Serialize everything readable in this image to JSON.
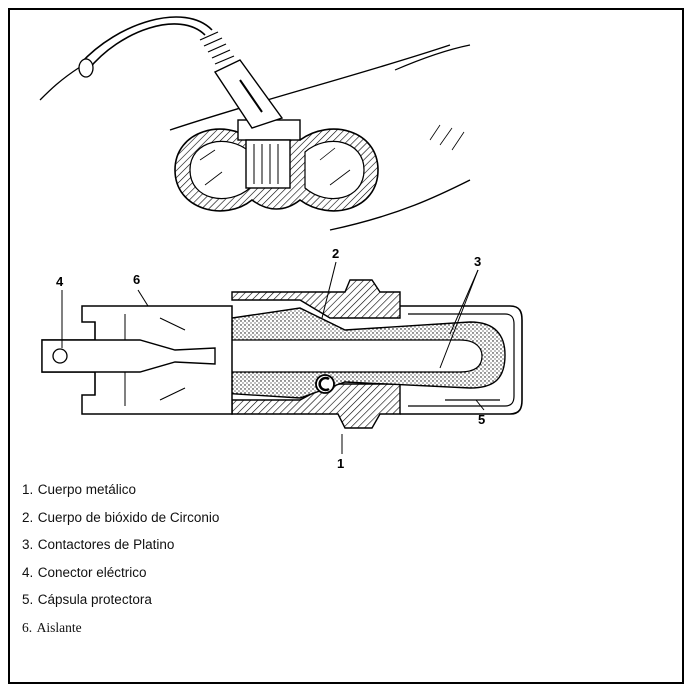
{
  "callouts": {
    "c1": "1",
    "c2": "2",
    "c3": "3",
    "c4": "4",
    "c5": "5",
    "c6": "6"
  },
  "legend": [
    {
      "num": "1.",
      "text": "Cuerpo metálico"
    },
    {
      "num": "2.",
      "text": "Cuerpo de bióxido de Circonio"
    },
    {
      "num": "3.",
      "text": "Contactores de Platino"
    },
    {
      "num": "4.",
      "text": "Conector eléctrico"
    },
    {
      "num": "5.",
      "text": "Cápsula protectora"
    },
    {
      "num": "6.",
      "text": "Aislante"
    }
  ]
}
